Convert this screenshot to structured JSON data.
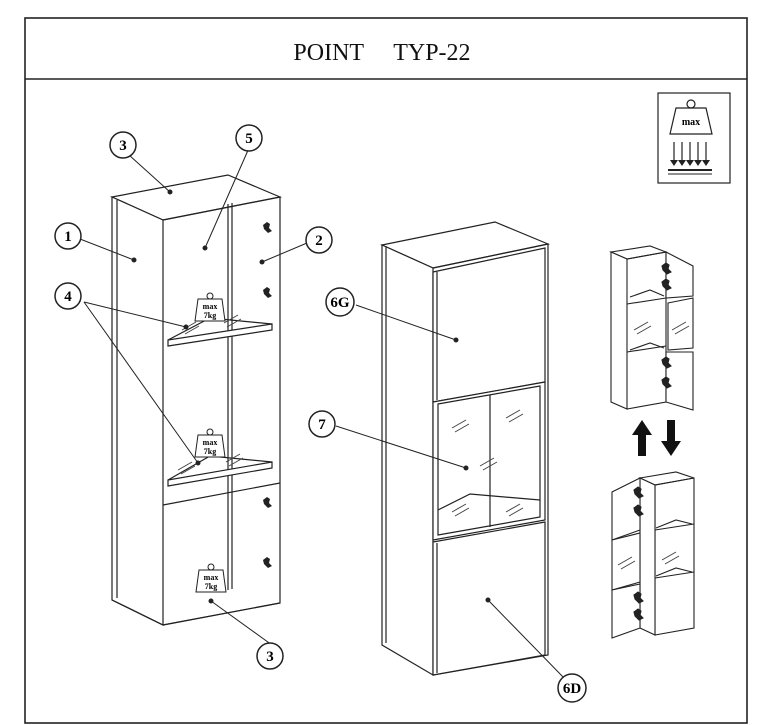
{
  "header": {
    "title": "POINT     TYP-22"
  },
  "load_warning": {
    "weight_label": "max"
  },
  "weight_tags": [
    {
      "line1": "max",
      "line2": "7kg"
    },
    {
      "line1": "max",
      "line2": "7kg"
    },
    {
      "line1": "max",
      "line2": "7kg"
    }
  ],
  "callouts": {
    "top_panel": "3",
    "bottom_panel": "3",
    "back_panel": "5",
    "left_side": "1",
    "right_side": "2",
    "glass_shelves": "4",
    "upper_door": "6G",
    "lower_door": "6D",
    "glass_door": "7"
  },
  "colors": {
    "line": "#222222",
    "background": "#ffffff"
  }
}
